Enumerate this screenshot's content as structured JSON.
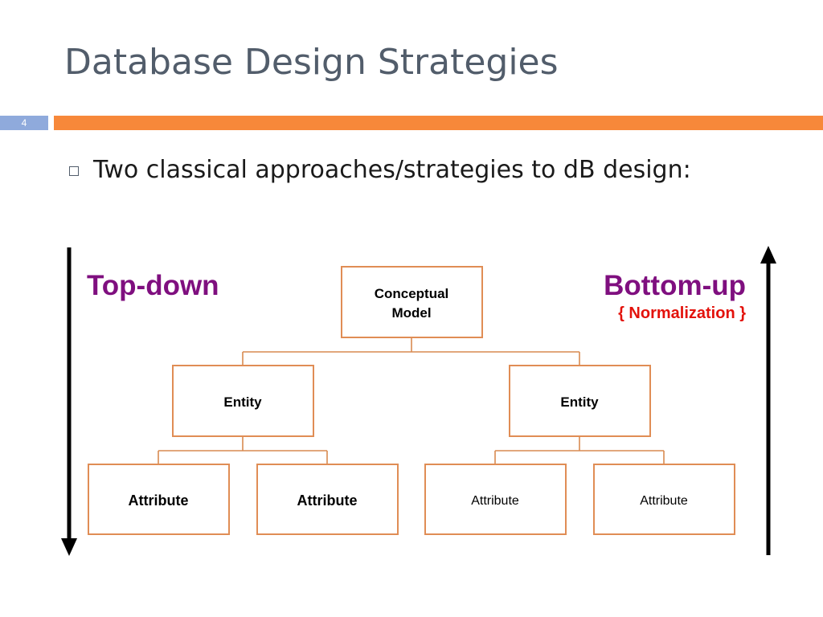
{
  "slide": {
    "title": "Database Design Strategies",
    "number": "4",
    "bullet": "Two classical approaches/strategies to dB design:"
  },
  "diagram": {
    "top_down_label": "Top-down",
    "bottom_up_label": "Bottom-up",
    "bottom_up_note": "{ Normalization }",
    "root": {
      "line1": "Conceptual",
      "line2": "Model"
    },
    "entities": [
      "Entity",
      "Entity"
    ],
    "attributes": [
      "Attribute",
      "Attribute",
      "Attribute",
      "Attribute"
    ]
  },
  "colors": {
    "title_text": "#525d6b",
    "accent_bar": "#f7883a",
    "page_bar": "#8faadc",
    "box_border": "#e08d55",
    "connector": "#d98a50",
    "direction_label": "#7f0f7f",
    "note_text": "#e3120b"
  }
}
